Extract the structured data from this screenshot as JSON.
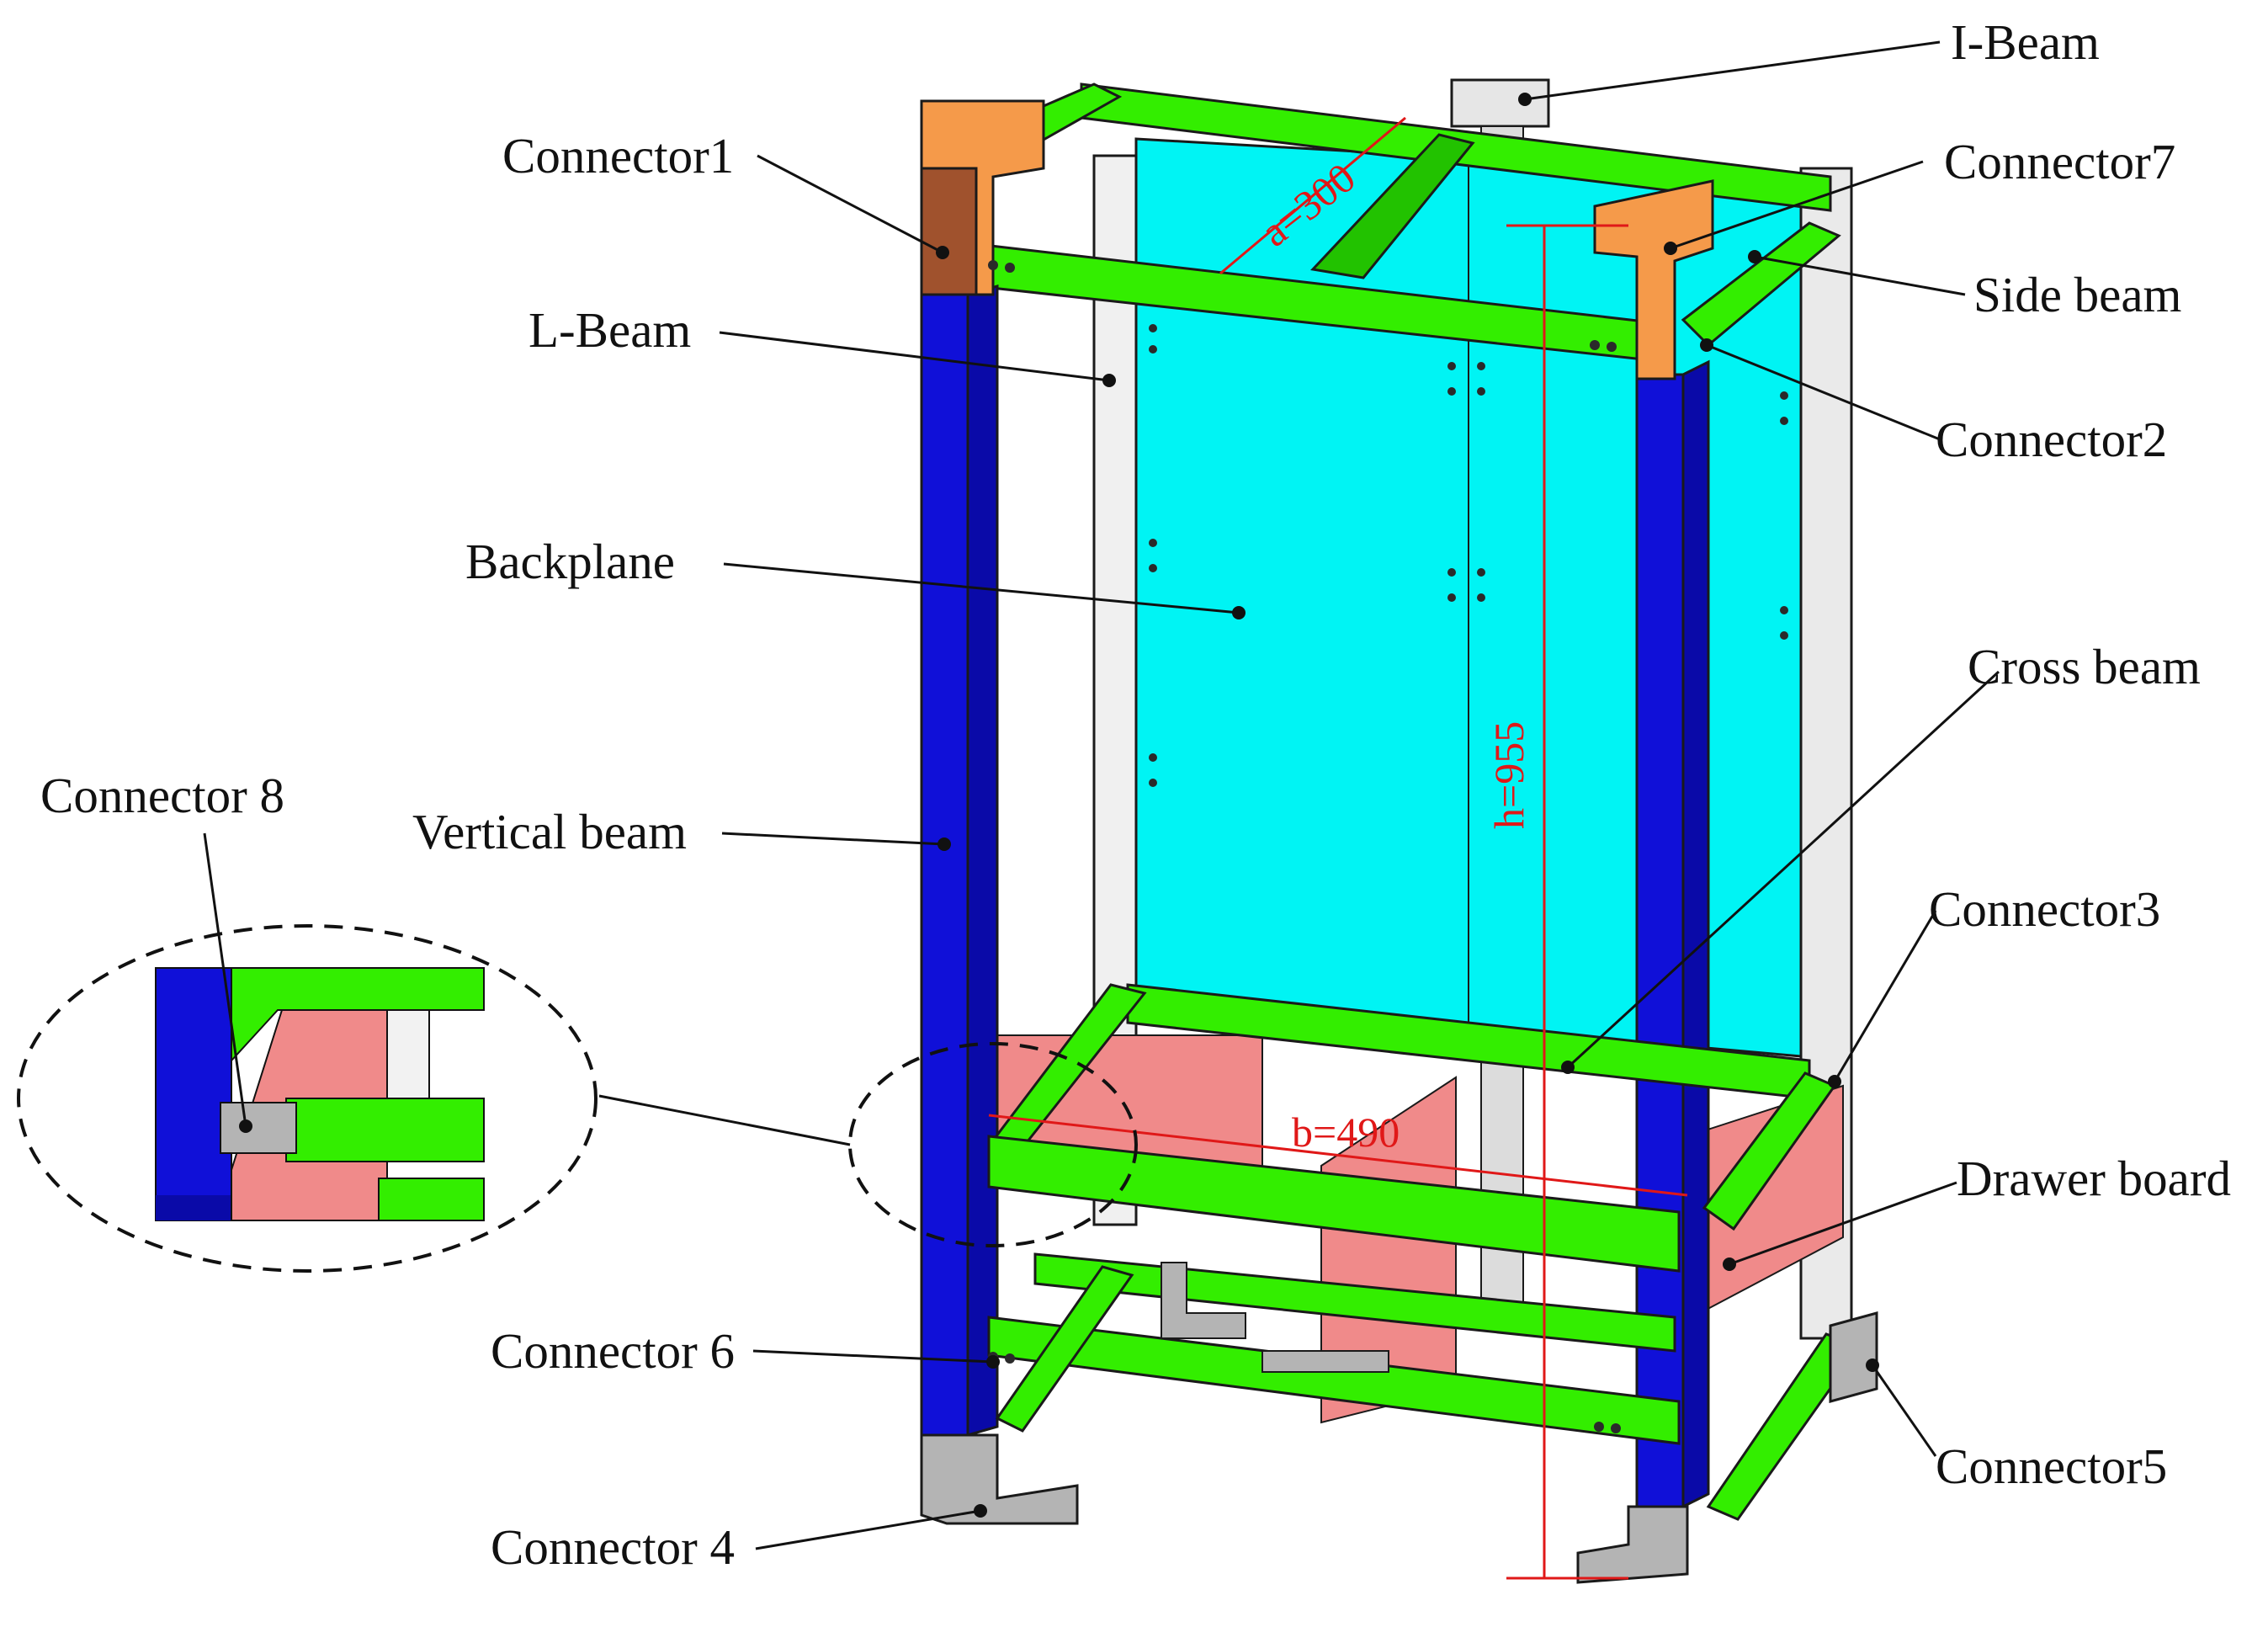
{
  "labels": {
    "i_beam": "I-Beam",
    "connector1": "Connector1",
    "connector7": "Connector7",
    "side_beam": "Side beam",
    "l_beam": "L-Beam",
    "connector2": "Connector2",
    "backplane": "Backplane",
    "cross_beam": "Cross beam",
    "connector8": "Connector 8",
    "vertical_beam": "Vertical beam",
    "connector3": "Connector3",
    "drawer_board": "Drawer board",
    "connector6": "Connector 6",
    "connector5": "Connector5",
    "connector4": "Connector 4"
  },
  "dimensions": {
    "a": "a=300",
    "b": "b=490",
    "h": "h=955"
  },
  "colors": {
    "vertical_beam": "#1010d8",
    "green_beam": "#33ee00",
    "backplane": "#00f4f4",
    "drawer_board": "#f08a8a",
    "connector_orange": "#f59a4a",
    "connector_brown": "#a0522d",
    "connector_grey": "#b4b4b4",
    "dimension": "#e01818"
  }
}
